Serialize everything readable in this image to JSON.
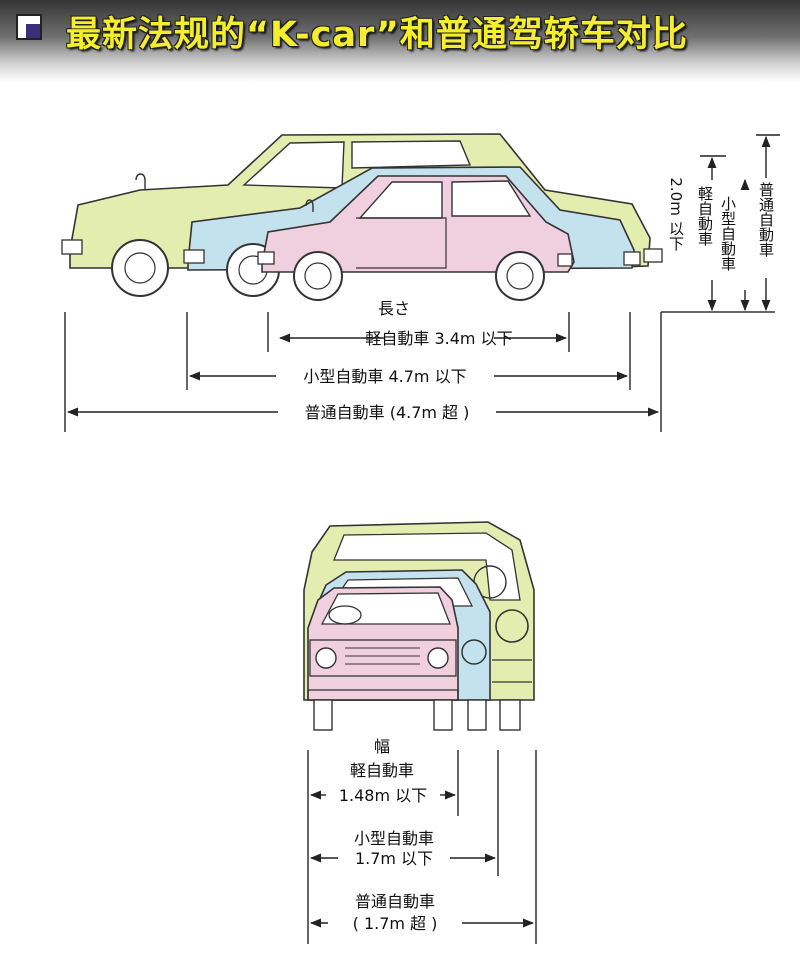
{
  "header": {
    "title": "最新法规的“K-car”和普通驾轿车对比"
  },
  "colors": {
    "kei": "#f0d0de",
    "small": "#c4e2ee",
    "regular": "#e4edb0",
    "title_text": "#f4ee2c",
    "line": "#333333"
  },
  "side_view": {
    "length_caption": "長さ",
    "kei_length": "軽自動車 3.4m 以下",
    "small_length": "小型自動車 4.7m 以下",
    "regular_length": "普通自動車 (4.7m 超 )",
    "height_value": "2.0m 以下",
    "height_kei": "軽自動車",
    "height_small": "小型自動車",
    "height_regular": "普通自動車"
  },
  "front_view": {
    "width_caption": "幅",
    "kei_label": "軽自動車",
    "kei_value": "1.48m 以下",
    "small_label": "小型自動車",
    "small_value": "1.7m 以下",
    "regular_label": "普通自動車",
    "regular_value": "( 1.7m 超 )"
  }
}
